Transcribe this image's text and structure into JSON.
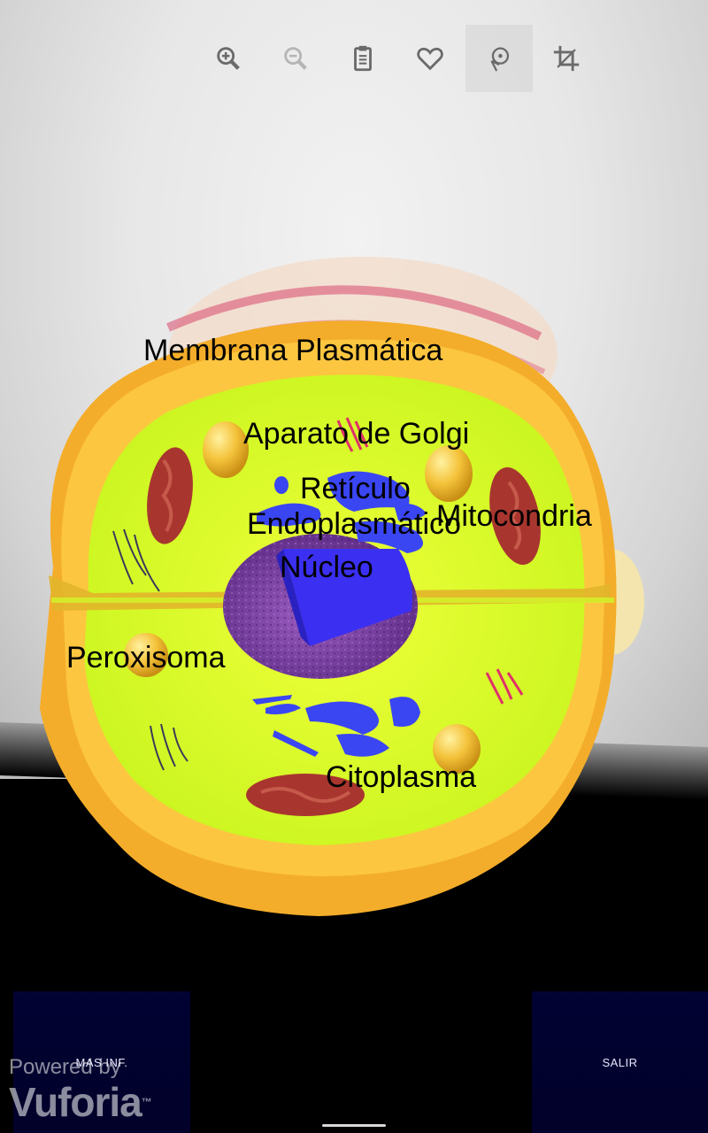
{
  "labels": {
    "membrana": "Membrana Plasmática",
    "golgi": "Aparato de Golgi",
    "reticulo_line1": "Retículo",
    "reticulo_line2": "Endoplasmático",
    "mitocondria": "Mitocondria",
    "nucleo": "Núcleo",
    "peroxisoma": "Peroxisoma",
    "citoplasma": "Citoplasma"
  },
  "buttons": {
    "more_info": "MAS INF.",
    "exit": "SALIR"
  },
  "watermark": {
    "powered_by": "Powered by",
    "brand": "Vuforia",
    "tm": "™"
  },
  "toolbar_icons": [
    "zoom-in-icon",
    "zoom-out-icon",
    "clipboard-icon",
    "heart-icon",
    "rotate-touch-icon",
    "crop-icon"
  ],
  "colors": {
    "membrane": "#f7b52f",
    "cytoplasm": "#dfff2a",
    "nucleus": "#7a3fa5",
    "reticulum": "#3a44f0",
    "mitochondria": "#a8362f"
  }
}
